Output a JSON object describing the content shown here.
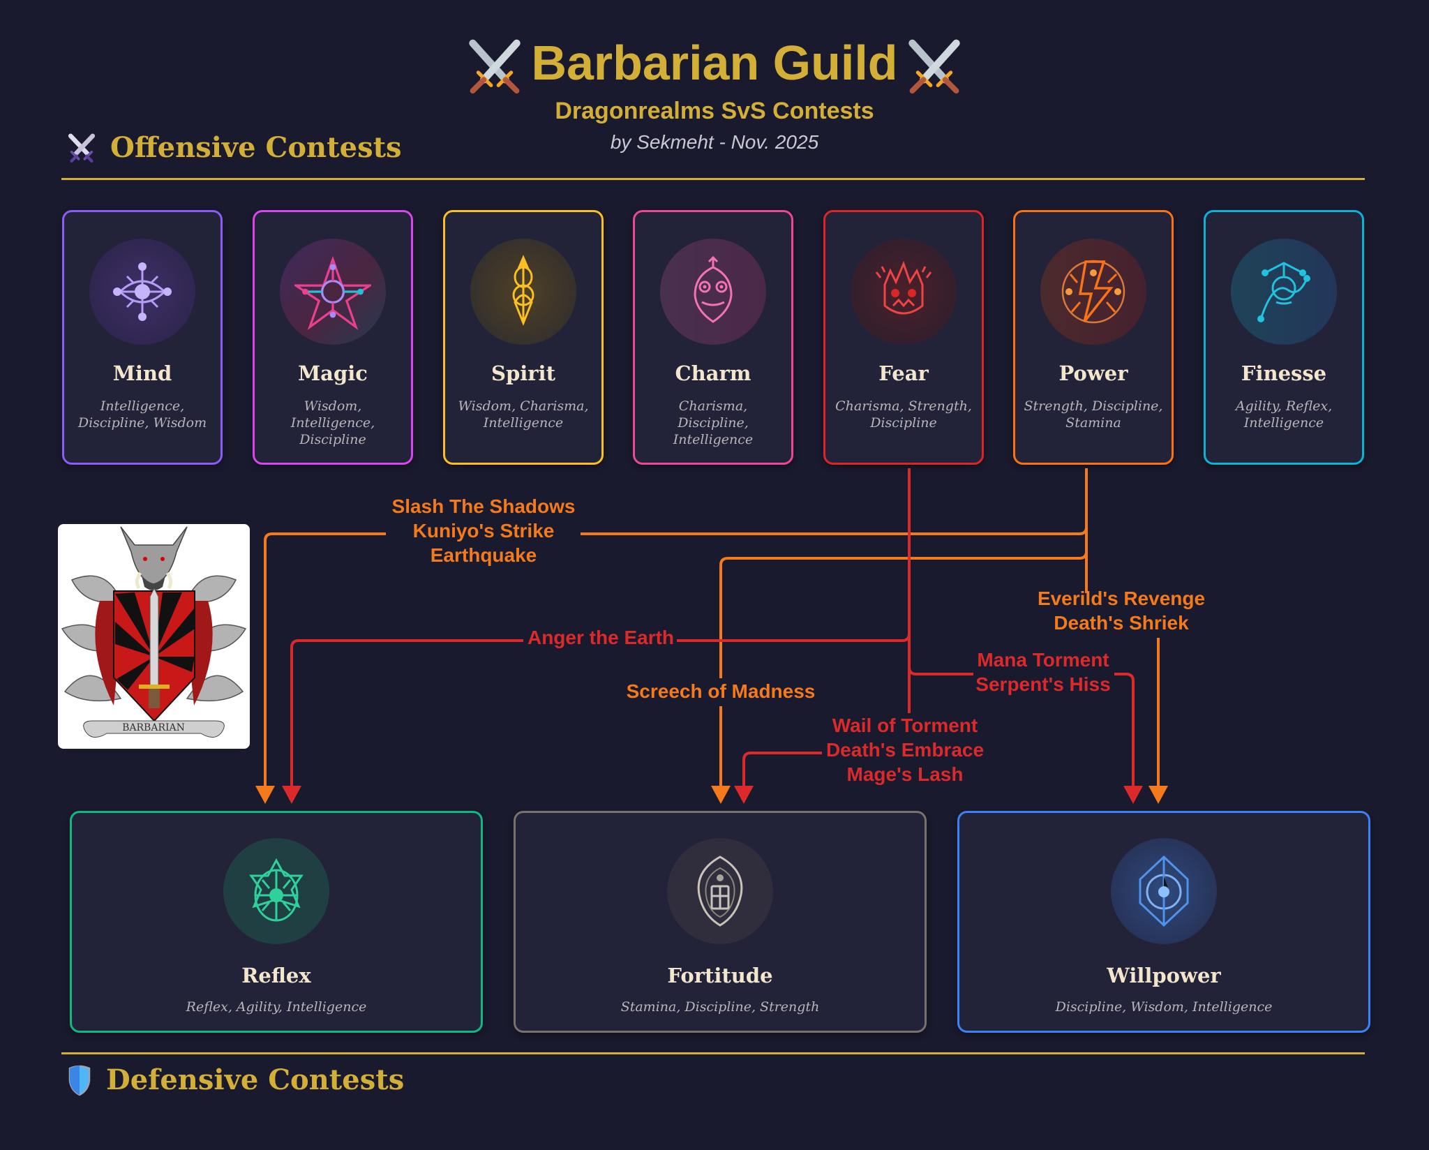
{
  "header": {
    "title": "Barbarian Guild",
    "title_icon": "crossed-swords-icon",
    "subtitle": "Dragonrealms SvS Contests",
    "byline": "by Sekmeht -  Nov. 2025"
  },
  "colors": {
    "background": "#1a1a2e",
    "gold": "#d4af37",
    "card_bg": "#222338",
    "orange_arrow": "#f47a1b",
    "red_arrow": "#dc2a2a"
  },
  "offensive": {
    "heading": "Offensive Contests",
    "heading_icon": "crossed-swords-icon",
    "contests": [
      {
        "name": "Mind",
        "stats": "Intelligence, Discipline, Wisdom",
        "icon": "eye-sigil-icon",
        "color": "#8b5cf6"
      },
      {
        "name": "Magic",
        "stats": "Wisdom, Intelligence, Discipline",
        "icon": "pentagram-icon",
        "color": "#d946ef"
      },
      {
        "name": "Spirit",
        "stats": "Wisdom, Charisma, Intelligence",
        "icon": "spirit-flame-icon",
        "color": "#fbbf24"
      },
      {
        "name": "Charm",
        "stats": "Charisma, Discipline, Intelligence",
        "icon": "smiling-face-icon",
        "color": "#ec4899"
      },
      {
        "name": "Fear",
        "stats": "Charisma, Strength, Discipline",
        "icon": "screaming-face-icon",
        "color": "#dc2626"
      },
      {
        "name": "Power",
        "stats": "Strength, Discipline, Stamina",
        "icon": "lightning-bolt-icon",
        "color": "#f97316"
      },
      {
        "name": "Finesse",
        "stats": "Agility, Reflex, Intelligence",
        "icon": "acrobat-icon",
        "color": "#06b6d4"
      }
    ]
  },
  "defensive": {
    "heading": "Defensive Contests",
    "heading_icon": "shield-icon",
    "contests": [
      {
        "name": "Reflex",
        "stats": "Reflex, Agility, Intelligence",
        "icon": "star-compass-icon",
        "color": "#10b981"
      },
      {
        "name": "Fortitude",
        "stats": "Stamina, Discipline, Strength",
        "icon": "fortress-shield-icon",
        "color": "#78716c"
      },
      {
        "name": "Willpower",
        "stats": "Discipline, Wisdom, Intelligence",
        "icon": "crystal-clock-icon",
        "color": "#3b82f6"
      }
    ]
  },
  "crest": {
    "banner_text": "BARBARIAN",
    "icon": "guild-crest-icon"
  },
  "connections": [
    {
      "from": "Power",
      "to": "Reflex",
      "color": "orange",
      "abilities": [
        "Slash The Shadows",
        "Kuniyo's Strike",
        "Earthquake"
      ]
    },
    {
      "from": "Fear",
      "to": "Reflex",
      "color": "red",
      "abilities": [
        "Anger the Earth"
      ]
    },
    {
      "from": "Power",
      "to": "Fortitude",
      "color": "orange",
      "abilities": [
        "Screech of Madness"
      ]
    },
    {
      "from": "Fear",
      "to": "Fortitude",
      "color": "red",
      "abilities": [
        "Wail of Torment",
        "Death's Embrace",
        "Mage's Lash"
      ]
    },
    {
      "from": "Fear",
      "to": "Willpower",
      "color": "red",
      "abilities": [
        "Mana Torment",
        "Serpent's Hiss"
      ]
    },
    {
      "from": "Power",
      "to": "Willpower",
      "color": "orange",
      "abilities": [
        "Everild's Revenge",
        "Death's Shriek"
      ]
    }
  ]
}
